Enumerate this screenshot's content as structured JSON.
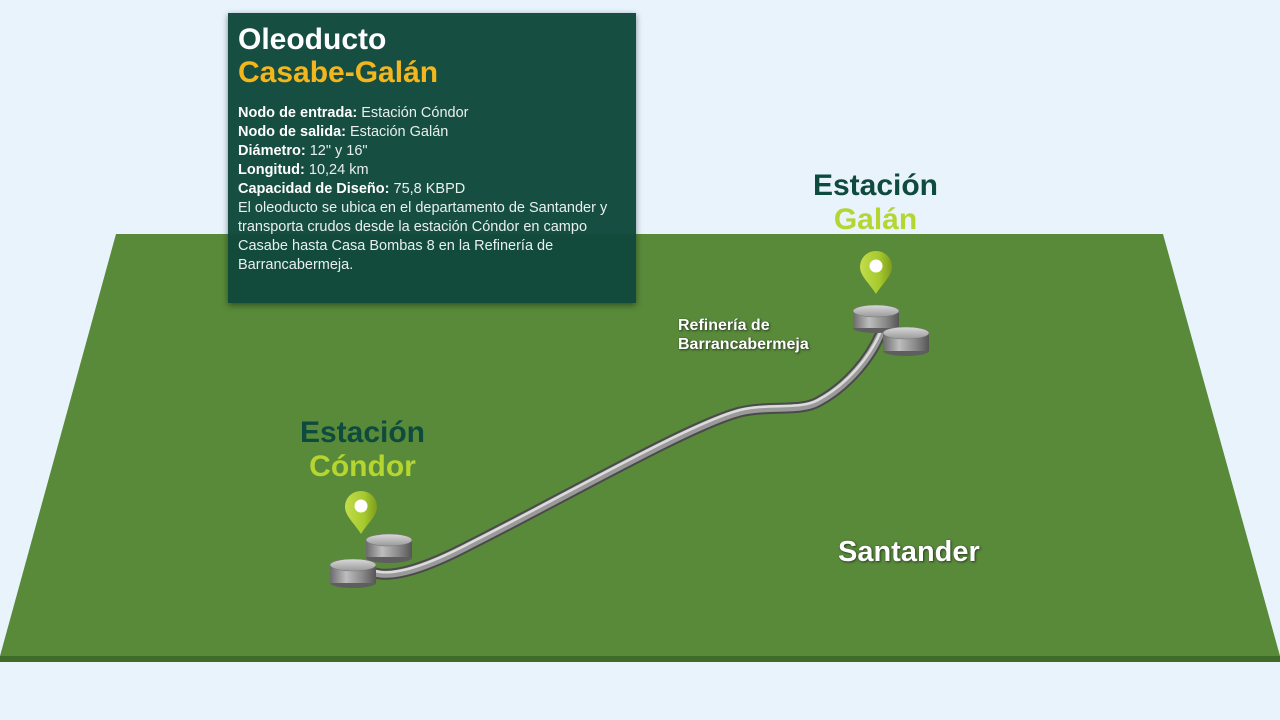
{
  "info_card": {
    "title": "Oleoducto",
    "subtitle": "Casabe-Galán",
    "rows": [
      {
        "label": "Nodo de entrada:",
        "value": "Estación Cóndor"
      },
      {
        "label": "Nodo de salida:",
        "value": "Estación Galán"
      },
      {
        "label": "Diámetro:",
        "value": "12\" y 16\""
      },
      {
        "label": "Longitud:",
        "value": "10,24 km"
      },
      {
        "label": "Capacidad de Diseño:",
        "value": "75,8 KBPD"
      }
    ],
    "description": "El oleoducto se ubica en el departamento de Santander y transporta crudos desde la estación Cóndor en campo Casabe hasta Casa Bombas 8 en la Refinería de Barrancabermeja."
  },
  "stations": {
    "condor": {
      "line1": "Estación",
      "line2": "Cóndor"
    },
    "galan": {
      "line1": "Estación",
      "line2": "Galán"
    }
  },
  "labels": {
    "refinery_line1": "Refinería de",
    "refinery_line2": "Barrancabermeja",
    "region": "Santander"
  },
  "colors": {
    "background": "#e8f3fc",
    "ground": "#588a3a",
    "card_bg": "#10483c",
    "title_accent": "#f3b71d",
    "station_primary": "#0f4a3e",
    "station_accent": "#b5d531",
    "pin": "#a6c92e"
  }
}
